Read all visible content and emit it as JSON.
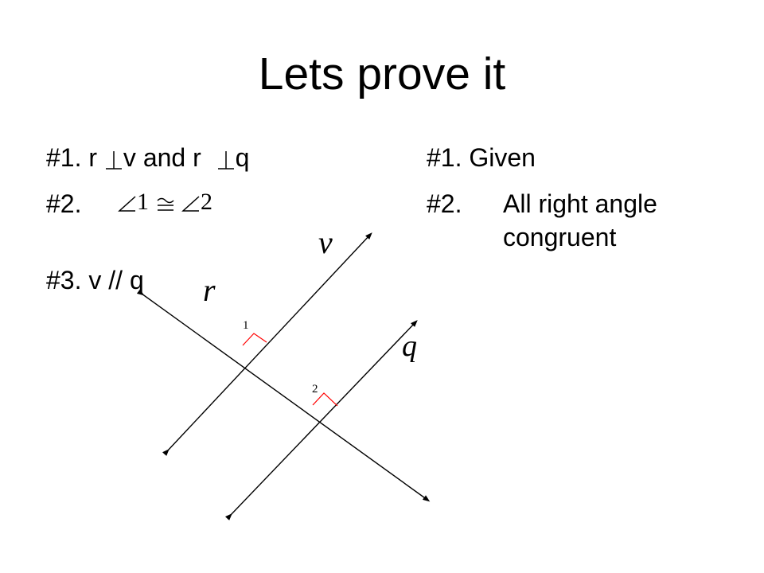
{
  "slide": {
    "title": "Lets prove it",
    "statements": {
      "s1_prefix": "#1.  r",
      "s1_mid1": "v and r",
      "s1_end": "q",
      "s2_prefix": "#2.",
      "s2_angle1": "1",
      "s2_angle2": "2",
      "s3": "#3. v // q"
    },
    "reasons": {
      "r1": "#1. Given",
      "r2_label": "#2.",
      "r2_line1": "All right angle",
      "r2_line2": "congruent"
    }
  },
  "diagram": {
    "line_labels": {
      "v": "v",
      "r": "r",
      "q": "q"
    },
    "angle_labels": {
      "a1": "1",
      "a2": "2"
    },
    "right_angle_marker_color": "#ff0000",
    "line_color": "#000000"
  },
  "colors": {
    "background": "#ffffff",
    "text": "#000000"
  }
}
